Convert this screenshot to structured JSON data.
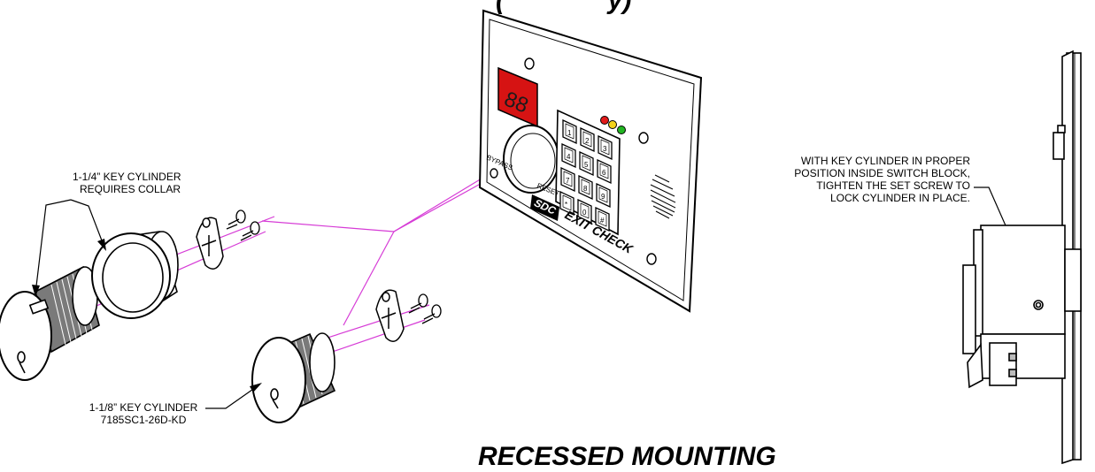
{
  "header": {
    "title_fragment": "(              y)"
  },
  "callouts": {
    "cylinder_large": {
      "line1": "1-1/4” KEY CYLINDER",
      "line2": "REQUIRES COLLAR"
    },
    "cylinder_small": {
      "line1": "1-1/8” KEY CYLINDER",
      "line2": "7185SC1-26D-KD"
    },
    "set_screw": {
      "line1": "WITH KEY CYLINDER IN PROPER",
      "line2": "POSITION INSIDE SWITCH BLOCK,",
      "line3": "TIGHTEN THE SET SCREW TO",
      "line4": "LOCK CYLINDER IN PLACE."
    }
  },
  "panel": {
    "display": "88",
    "brand": "SDC",
    "product": "EXIT CHECK",
    "bypass_label": "BYPASS",
    "reset_label": "RESET",
    "keypad_keys": [
      "1",
      "2",
      "3",
      "4",
      "5",
      "6",
      "7",
      "8",
      "9",
      "*",
      "0",
      "#"
    ],
    "leds": [
      "#e21b1b",
      "#f2d21b",
      "#22b522"
    ],
    "display_color": "#d61313",
    "connector_color": "#d63bd6"
  },
  "footer": {
    "title": "RECESSED MOUNTING"
  }
}
